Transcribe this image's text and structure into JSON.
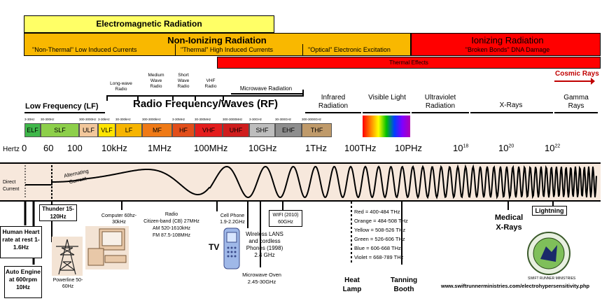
{
  "header": {
    "em_radiation": "Electromagnetic Radiation",
    "non_ionizing": "Non-Ionizing Radiation",
    "non_thermal": "\"Non-Thermal\"  Low Induced Currents",
    "thermal": "\"Thermal\"  High Induced Currents",
    "optical": "\"Optical\"  Electronic Excitation",
    "ionizing": "Ionizing Radiation",
    "broken_bonds": "\"Broken Bonds\" DNA Damage",
    "thermal_effects": "Thermal Effects",
    "cosmic_rays": "Cosmic Rays"
  },
  "regions": {
    "long_wave": "Long-wave Radio",
    "medium_wave": "Medium Wave Radio",
    "short_wave": "Short Wave Radio",
    "vhf_radio": "VHF Radio",
    "microwave": "Microwave Radiation",
    "lf": "Low Frequency (LF)",
    "rf": "Radio Frequency/Waves (RF)",
    "infrared": "Infrared Radiation",
    "visible": "Visible Light",
    "ultraviolet": "Ultraviolet Radiation",
    "xrays": "X-Rays",
    "gamma": "Gamma Rays"
  },
  "bands": [
    {
      "name": "ELF",
      "range": "3-30Hz",
      "color": "#3fb74a"
    },
    {
      "name": "SLF",
      "range": "30-300Hz",
      "color": "#8dcf4a"
    },
    {
      "name": "ULF",
      "range": "300-3000Hz",
      "color": "#f2c79b"
    },
    {
      "name": "VLF",
      "range": "3-30kHz",
      "color": "#ffe400"
    },
    {
      "name": "LF",
      "range": "30-300kHz",
      "color": "#f6b400"
    },
    {
      "name": "MF",
      "range": "300-3000kHz",
      "color": "#ef7a16"
    },
    {
      "name": "HF",
      "range": "3-30MHz",
      "color": "#e24e1a"
    },
    {
      "name": "VHF",
      "range": "30-300MHz",
      "color": "#e41d1d"
    },
    {
      "name": "UHF",
      "range": "300-3000MHz",
      "color": "#cf1d1d"
    },
    {
      "name": "SHF",
      "range": "3-30GHz",
      "color": "#bdbdbd"
    },
    {
      "name": "EHF",
      "range": "30-300GHz",
      "color": "#8e8e8e"
    },
    {
      "name": "THF",
      "range": "300-3000GHz",
      "color": "#bf9a6a"
    }
  ],
  "scale": {
    "hertz": "Hertz",
    "ticks": [
      "0",
      "60",
      "100",
      "10kHz",
      "1MHz",
      "100MHz",
      "10GHz",
      "1THz",
      "100THz",
      "10PHz"
    ],
    "e18": "18",
    "e20": "20",
    "e22": "22",
    "ten": "10"
  },
  "wave": {
    "direct_current": "Direct Current",
    "alternating_current": "Alternating Current"
  },
  "examples": {
    "thunder": "Thunder 15-120Hz",
    "heart": "Human Heart rate at rest 1-1.6Hz",
    "engine": "Auto Engine at 600rpm 10Hz",
    "powerline": "Powerline 50-60Hz",
    "computer": "Computer 60hz-30kHz",
    "radio_title": "Radio",
    "radio_cb": "Citizen-band (CB) 27MHz",
    "radio_am": "AM 520-1610kHz",
    "radio_fm": "FM 87.5-108MHz",
    "tv": "TV",
    "cellphone": "Cell Phone 1.9-2.2GHz",
    "wifi": "WIFI (2010) 60GHz",
    "wireless": "Wireless LANS and cordless Phones (1998) 2.4 GHz",
    "microwave_oven": "Microwave Oven 2.45-30GHz",
    "heat_lamp": "Heat Lamp",
    "tanning": "Tanning Booth",
    "medical": "Medical X-Rays",
    "lightning": "Lightning"
  },
  "visible_colors": [
    "Red = 400-484 THz",
    "Orange = 484-508 THz",
    "Yellow = 508-526 THz",
    "Green = 526-606 THz",
    "Blue = 606-668 THz",
    "Violet = 668-789 THz"
  ],
  "footer": {
    "url": "www.swiftrunnerministries.com/electrohypersensitivity.php",
    "logo_text": "SWIFT RUNNER MINISTRIES"
  },
  "colors": {
    "yellow": "#ffff66",
    "orange": "#f9b800",
    "red": "#ff0000",
    "strip": "#f7e8dc"
  }
}
